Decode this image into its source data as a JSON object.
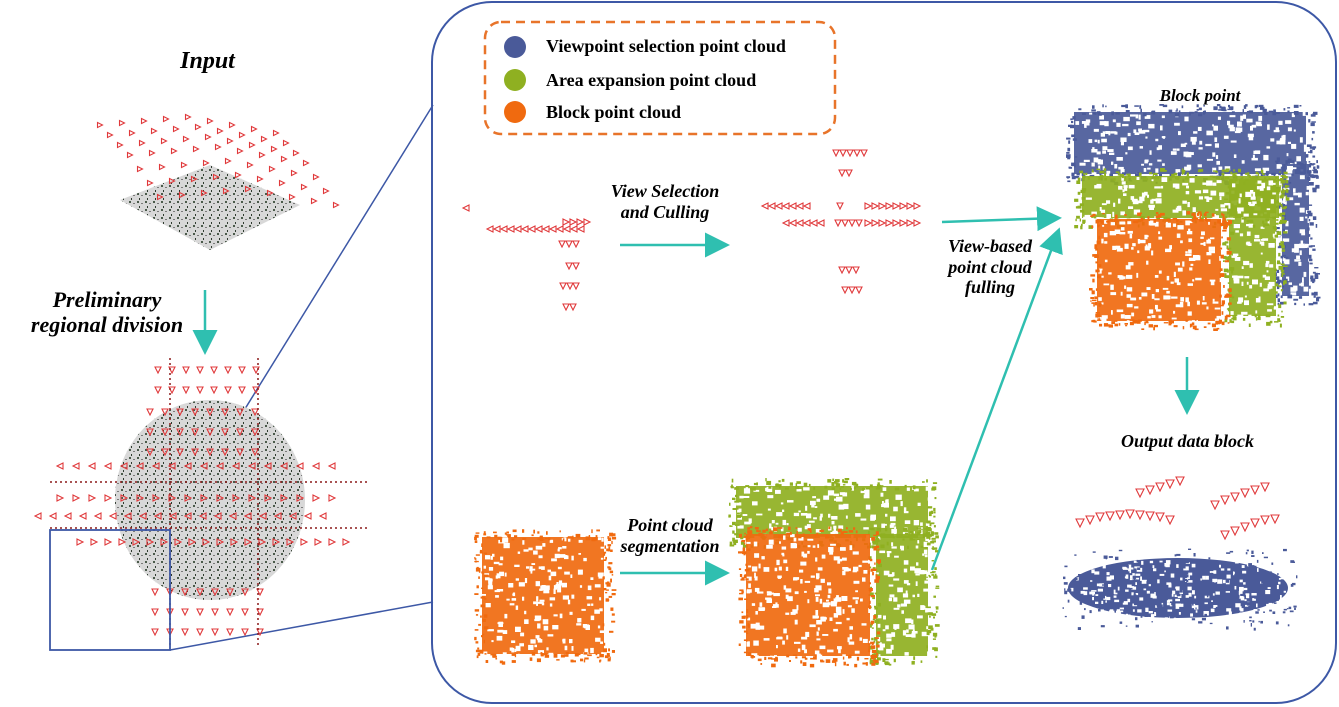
{
  "legend": [
    {
      "label": "Viewpoint selection point cloud",
      "color": "#4a5a99"
    },
    {
      "label": "Area expansion point cloud",
      "color": "#8fb021"
    },
    {
      "label": "Block point cloud",
      "color": "#f06a0f"
    }
  ],
  "labels": {
    "input": "Input",
    "preliminary": "Preliminary regional division",
    "view_selection": "View Selection and Culling",
    "view_based": "View-based point cloud fulling",
    "point_cloud_seg": "Point cloud segmentation",
    "block_point": "Block point",
    "output": "Output data block"
  },
  "colors": {
    "panel_border": "#3d58a6",
    "arrow": "#2fbfb0",
    "legend_border": "#e8742a",
    "camera": "#e0393b",
    "divider": "#8b1a1a",
    "blue": "#4a5a99",
    "green": "#8fb021",
    "orange": "#f06a0f"
  }
}
